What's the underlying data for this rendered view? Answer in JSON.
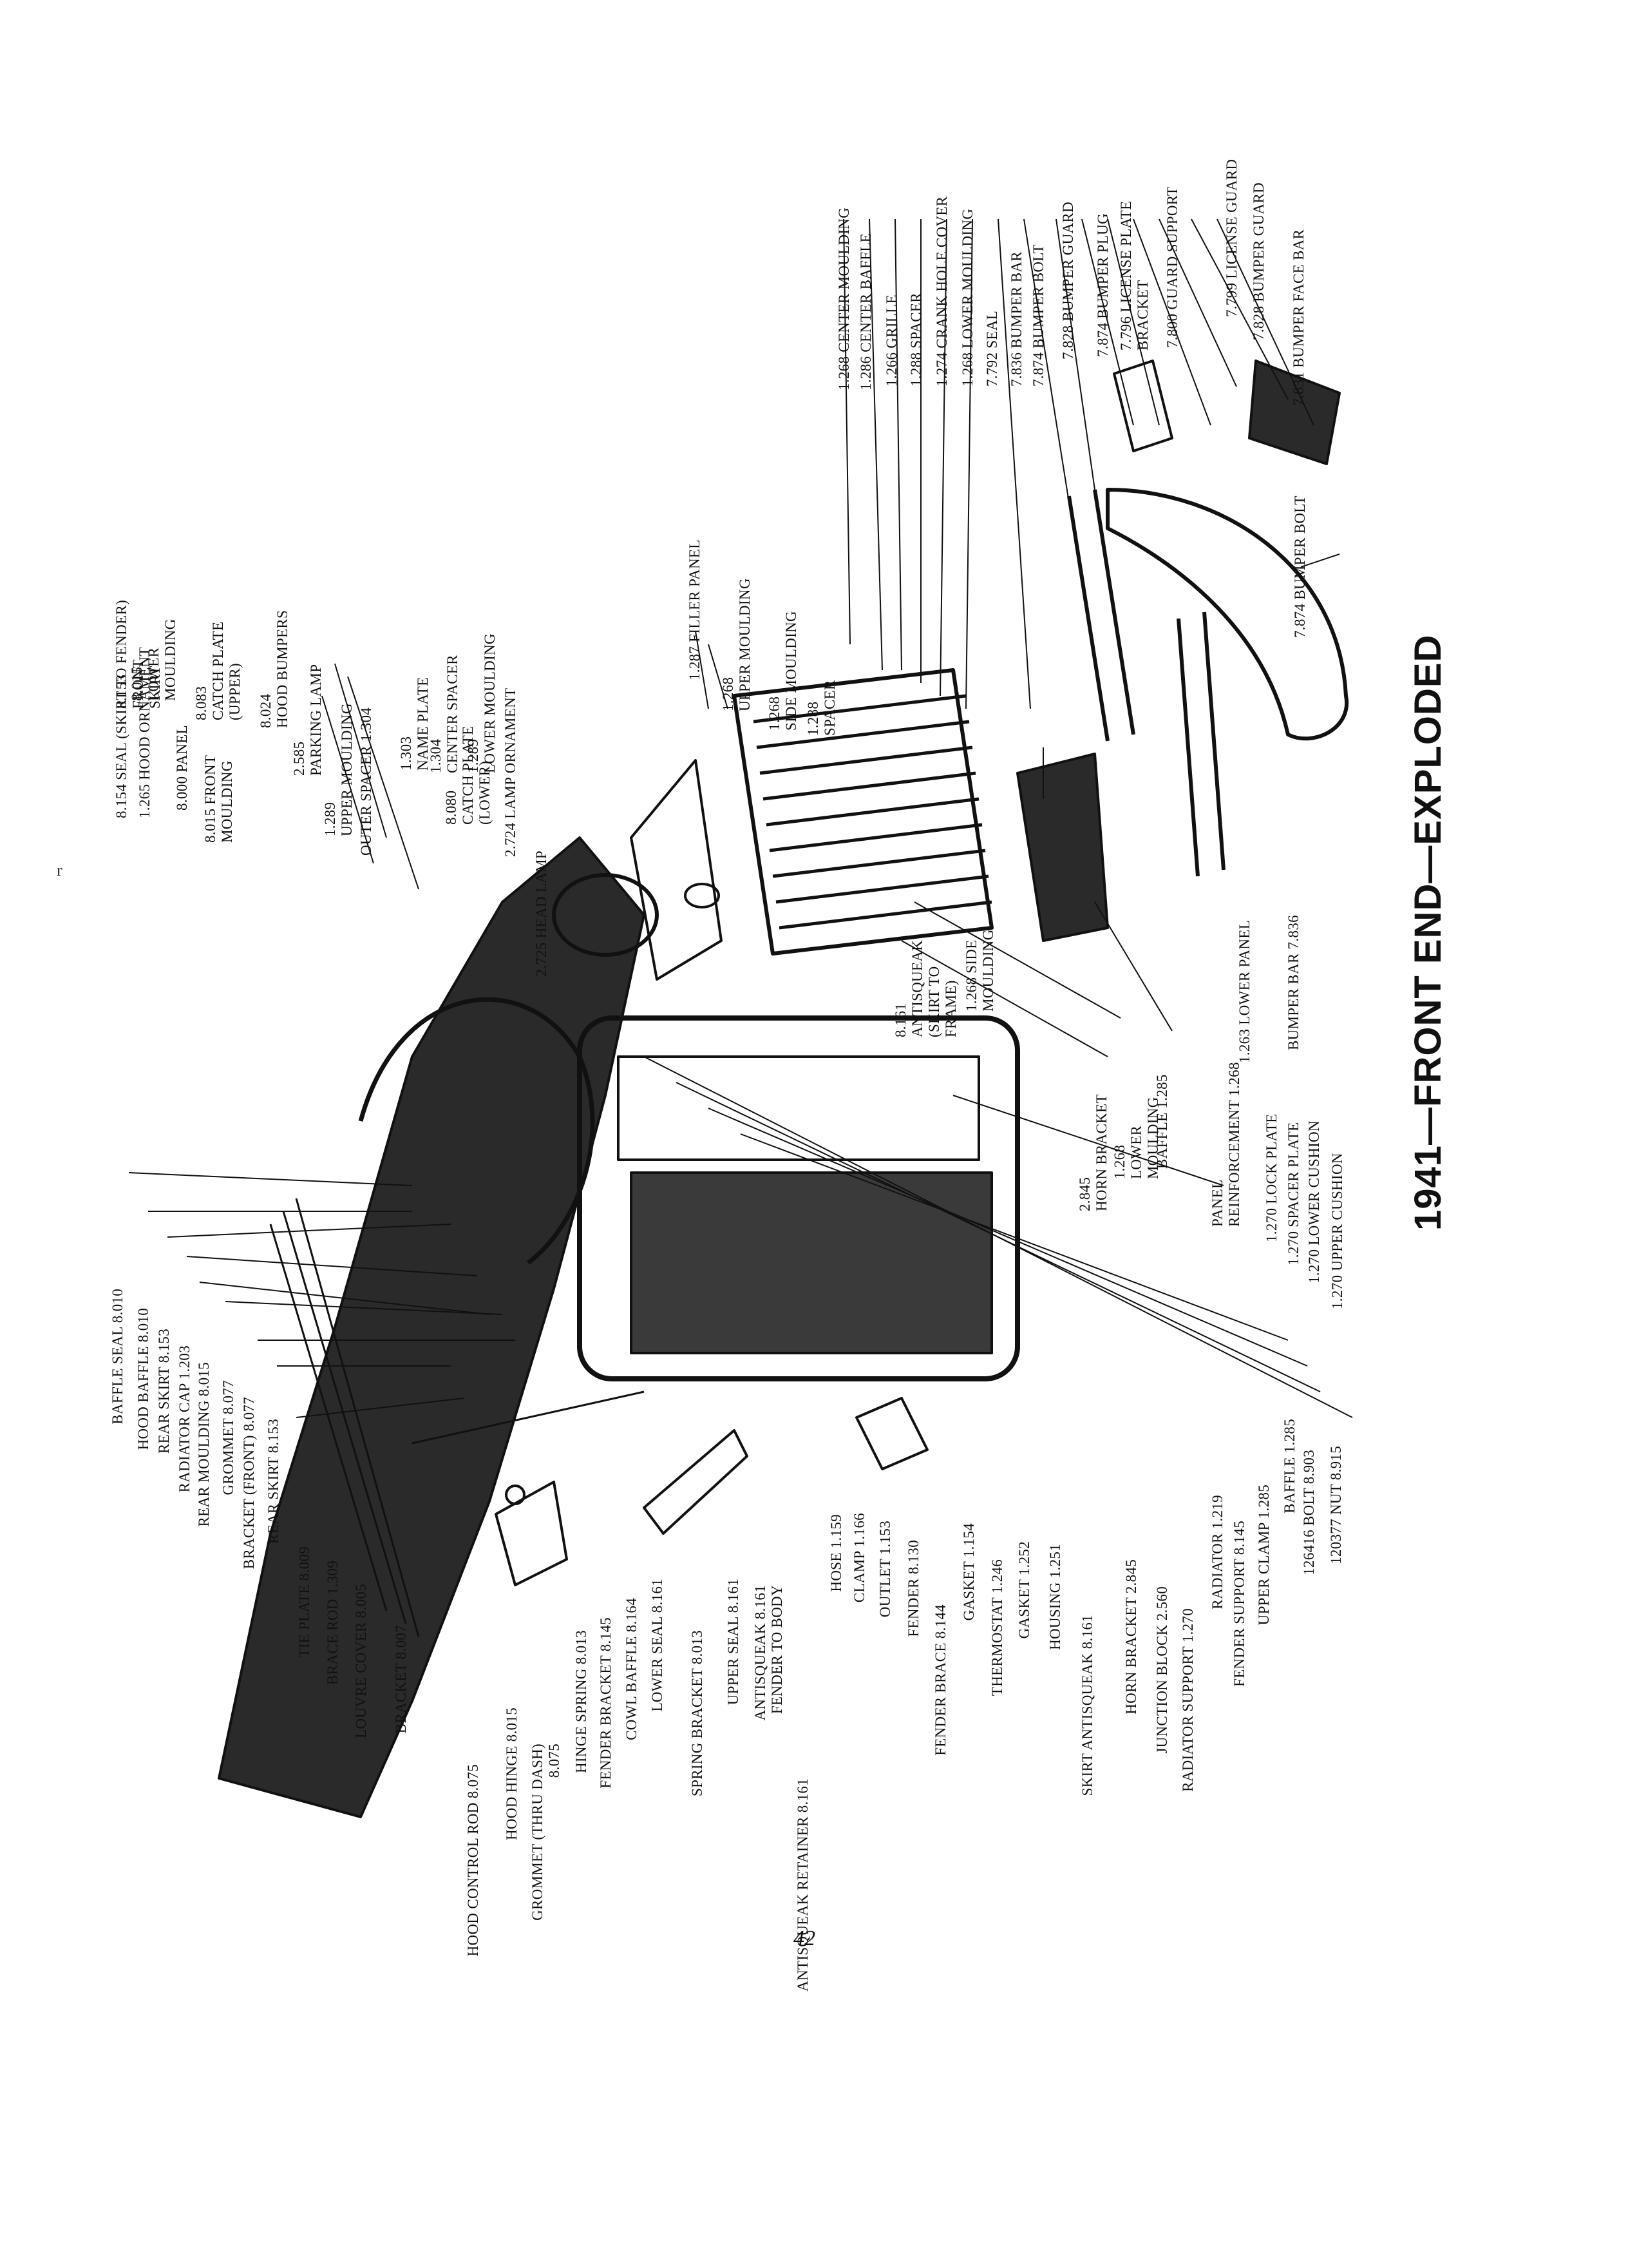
{
  "title": "1941—FRONT END—EXPLODED",
  "page_number": "42",
  "stray_mark": "r",
  "ink_color": "#111111",
  "labels": [
    {
      "id": "baffle-seal",
      "text": "BAFFLE SEAL 8.010"
    },
    {
      "id": "hood-baffle",
      "text": "HOOD BAFFLE 8.010"
    },
    {
      "id": "rear-skirt-1",
      "text": "REAR SKIRT 8.153"
    },
    {
      "id": "radiator-cap",
      "text": "RADIATOR CAP 1.203"
    },
    {
      "id": "rear-moulding",
      "text": "REAR MOULDING 8.015"
    },
    {
      "id": "grommet",
      "text": "GROMMET 8.077"
    },
    {
      "id": "bracket-front",
      "text": "BRACKET (FRONT) 8.077"
    },
    {
      "id": "rear-skirt-2",
      "text": "REAR SKIRT 8.153"
    },
    {
      "id": "tie-plate",
      "text": "TIE PLATE 8.009"
    },
    {
      "id": "brace-rod",
      "text": "BRACE ROD 1.309"
    },
    {
      "id": "louvre-cover",
      "text": "LOUVRE COVER 8.005"
    },
    {
      "id": "bracket",
      "text": "BRACKET 8.007"
    },
    {
      "id": "hood-control-rod",
      "text": "HOOD CONTROL ROD 8.075"
    },
    {
      "id": "hood-hinge",
      "text": "HOOD HINGE 8.015"
    },
    {
      "id": "grommet-thru-dash",
      "text": "GROMMET (THRU DASH)\n8.075"
    },
    {
      "id": "hinge-spring",
      "text": "HINGE SPRING 8.013"
    },
    {
      "id": "fender-bracket",
      "text": "FENDER BRACKET 8.145"
    },
    {
      "id": "cowl-baffle",
      "text": "COWL BAFFLE 8.164"
    },
    {
      "id": "lower-seal",
      "text": "LOWER SEAL 8.161"
    },
    {
      "id": "spring-bracket",
      "text": "SPRING BRACKET 8.013"
    },
    {
      "id": "upper-seal",
      "text": "UPPER SEAL 8.161"
    },
    {
      "id": "antisqueak-fender",
      "text": "ANTISQUEAK 8.161\nFENDER TO BODY"
    },
    {
      "id": "antisqueak-retainer",
      "text": "ANTISQUEAK RETAINER 8.161"
    },
    {
      "id": "hose",
      "text": "HOSE 1.159"
    },
    {
      "id": "clamp",
      "text": "CLAMP 1.166"
    },
    {
      "id": "outlet",
      "text": "OUTLET 1.153"
    },
    {
      "id": "fender",
      "text": "FENDER 8.130"
    },
    {
      "id": "fender-brace",
      "text": "FENDER BRACE 8.144"
    },
    {
      "id": "gasket-1",
      "text": "GASKET 1.154"
    },
    {
      "id": "thermostat",
      "text": "THERMOSTAT 1.246"
    },
    {
      "id": "gasket-2",
      "text": "GASKET 1.252"
    },
    {
      "id": "housing",
      "text": "HOUSING 1.251"
    },
    {
      "id": "skirt-antisqueak",
      "text": "SKIRT ANTISQUEAK 8.161"
    },
    {
      "id": "horn-bracket-1",
      "text": "HORN BRACKET 2.845"
    },
    {
      "id": "junction-block",
      "text": "JUNCTION BLOCK 2.560"
    },
    {
      "id": "radiator-support",
      "text": "RADIATOR SUPPORT 1.270"
    },
    {
      "id": "radiator",
      "text": "RADIATOR 1.219"
    },
    {
      "id": "fender-support",
      "text": "FENDER SUPPORT 8.145"
    },
    {
      "id": "upper-clamp",
      "text": "UPPER CLAMP 1.285"
    },
    {
      "id": "baffle-1285",
      "text": "BAFFLE 1.285"
    },
    {
      "id": "bolt",
      "text": "126416 BOLT 8.903"
    },
    {
      "id": "nut",
      "text": "120377 NUT 8.915"
    },
    {
      "id": "upper-cushion",
      "text": "1.270 UPPER CUSHION"
    },
    {
      "id": "lower-cushion",
      "text": "1.270 LOWER CUSHION"
    },
    {
      "id": "spacer-plate",
      "text": "1.270 SPACER PLATE"
    },
    {
      "id": "lock-plate",
      "text": "1.270 LOCK PLATE"
    },
    {
      "id": "panel-reinforcement",
      "text": "PANEL\nREINFORCEMENT 1.268"
    },
    {
      "id": "baffle-1285b",
      "text": "BAFFLE 1.285"
    },
    {
      "id": "lower-moulding-1268",
      "text": "1.268\nLOWER\nMOULDING"
    },
    {
      "id": "horn-bracket-2",
      "text": "2.845\nHORN BRACKET"
    },
    {
      "id": "lower-panel",
      "text": "1.263 LOWER PANEL"
    },
    {
      "id": "bumper-bar-7836",
      "text": "BUMPER BAR 7.836"
    },
    {
      "id": "side-moulding",
      "text": "1.268 SIDE\nMOULDING"
    },
    {
      "id": "antisqueak-frame",
      "text": "8.161\nANTISQUEAK\n(SKIRT TO\nFRAME)"
    },
    {
      "id": "head-lamp",
      "text": "2.725 HEAD LAMP"
    },
    {
      "id": "lamp-ornament",
      "text": "2.724 LAMP ORNAMENT"
    },
    {
      "id": "catch-plate-lower",
      "text": "8.080\nCATCH PLATE\n(LOWER)"
    },
    {
      "id": "front-skirt",
      "text": "8.153\nFRONT\nSKIRT"
    },
    {
      "id": "seal-skirt",
      "text": "8.154 SEAL (SKIRT TO FENDER)"
    },
    {
      "id": "hood-ornament",
      "text": "1.265 HOOD ORNAMENT"
    },
    {
      "id": "panel-8000",
      "text": "8.000 PANEL"
    },
    {
      "id": "front-moulding",
      "text": "8.015 FRONT\nMOULDING"
    },
    {
      "id": "lower-moulding-8015",
      "text": "8.015\nLOWER\nMOULDING"
    },
    {
      "id": "catch-plate-upper",
      "text": "8.083\nCATCH PLATE\n(UPPER)"
    },
    {
      "id": "hood-bumpers",
      "text": "8.024\nHOOD BUMPERS"
    },
    {
      "id": "parking-lamp",
      "text": "2.585\nPARKING LAMP"
    },
    {
      "id": "upper-moulding-1289",
      "text": "1.289\nUPPER MOULDING"
    },
    {
      "id": "outer-spacer",
      "text": "OUTER SPACER 1.304"
    },
    {
      "id": "name-plate",
      "text": "1.303\nNAME PLATE"
    },
    {
      "id": "center-spacer",
      "text": "1.304\nCENTER SPACER"
    },
    {
      "id": "lower-moulding-1289",
      "text": "1.289\nLOWER MOULDING"
    },
    {
      "id": "filler-panel",
      "text": "1.287 FILLER PANEL"
    },
    {
      "id": "upper-moulding-1268",
      "text": "1.268\nUPPER MOULDING"
    },
    {
      "id": "side-moulding-1268",
      "text": "1.268\nSIDE MOULDING"
    },
    {
      "id": "spacer-1288",
      "text": "1.288\nSPACER"
    },
    {
      "id": "center-moulding",
      "text": "1.268 CENTER MOULDING"
    },
    {
      "id": "center-baffle",
      "text": "1.286 CENTER BAFFLE"
    },
    {
      "id": "grille",
      "text": "1.266 GRILLE"
    },
    {
      "id": "spacer-1288b",
      "text": "1.288 SPACER"
    },
    {
      "id": "crank-hole-cover",
      "text": "1.274 CRANK HOLE COVER"
    },
    {
      "id": "lower-moulding-1268b",
      "text": "1.268 LOWER MOULDING"
    },
    {
      "id": "seal-7792",
      "text": "7.792 SEAL"
    },
    {
      "id": "bumper-bar",
      "text": "7.836 BUMPER BAR"
    },
    {
      "id": "bumper-bolt-top",
      "text": "7.874 BUMPER BOLT"
    },
    {
      "id": "bumper-guard-top",
      "text": "7.828 BUMPER GUARD"
    },
    {
      "id": "bumper-plug",
      "text": "7.874 BUMPER PLUG"
    },
    {
      "id": "license-plate-bracket",
      "text": "7.796 LICENSE PLATE\nBRACKET"
    },
    {
      "id": "guard-support",
      "text": "7.800 GUARD SUPPORT"
    },
    {
      "id": "license-guard",
      "text": "7.799 LICENSE GUARD"
    },
    {
      "id": "bumper-guard",
      "text": "7.828 BUMPER GUARD"
    },
    {
      "id": "bumper-face-bar",
      "text": "7.831 BUMPER FACE BAR"
    },
    {
      "id": "bumper-bolt-bottom",
      "text": "7.874 BUMPER BOLT"
    }
  ]
}
